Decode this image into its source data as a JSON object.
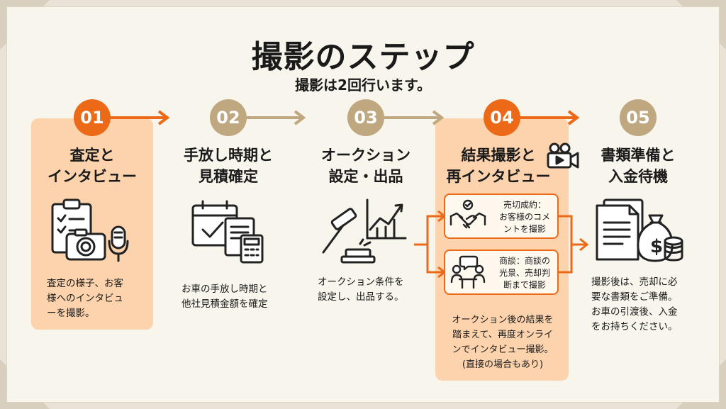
{
  "title": "撮影のステップ",
  "subtitle": "撮影は2回行います。",
  "colors": {
    "accent": "#ec6a17",
    "muted": "#bfa780",
    "highlight": "#fcd3ac",
    "background": "#f8f5ec"
  },
  "steps": [
    {
      "number": "01",
      "heading": "査定と\nインタビュー",
      "description": "査定の様子、お客\n様へのインタビュ\nーを撮影。",
      "icon": "clipboard-camera-microphone-icon",
      "highlighted": true
    },
    {
      "number": "02",
      "heading": "手放し時期と\n見積確定",
      "description": "お車の手放し時期と\n他社見積金額を確定",
      "icon": "calendar-documents-calculator-icon",
      "highlighted": false
    },
    {
      "number": "03",
      "heading": "オークション\n設定・出品",
      "description": "オークション条件を\n設定し、出品する。",
      "icon": "gavel-chart-icon",
      "highlighted": false
    },
    {
      "number": "04",
      "heading": "結果撮影と\n再インタビュー",
      "icon": "video-camera-icon",
      "highlighted": true,
      "branches": [
        {
          "text": "売切成約：\nお客様のコメ\nントを撮影",
          "icon": "handshake-icon"
        },
        {
          "text": "商談：商談の\n光景、売却判\n断まで撮影",
          "icon": "meeting-icon"
        }
      ],
      "note": "オークション後の結果を\n踏まえて、再度オンライ\nンでインタビュー撮影。\n(直接の場合もあり)"
    },
    {
      "number": "05",
      "heading": "書類準備と\n入金待機",
      "description": "撮影後は、売却に必\n要な書類をご準備。\nお車の引渡後、入金\nをお持ちください。",
      "icon": "documents-money-bag-icon",
      "highlighted": false
    }
  ]
}
